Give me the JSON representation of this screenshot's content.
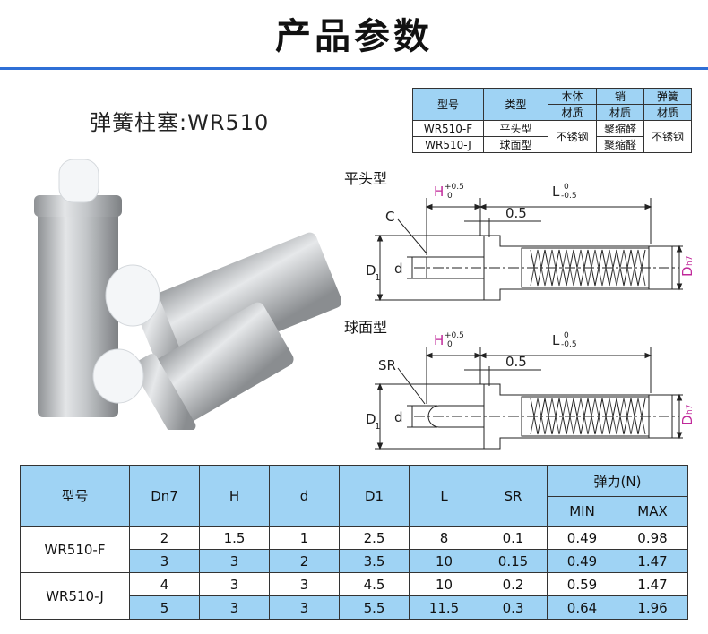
{
  "header": {
    "title": "产品参数"
  },
  "product": {
    "name": "弹簧柱塞:WR510"
  },
  "material_table": {
    "headers": {
      "model": "型号",
      "type": "类型",
      "body": "本体",
      "pin": "销",
      "spring": "弹簧",
      "material": "材质"
    },
    "rows": [
      {
        "model": "WR510-F",
        "type": "平头型"
      },
      {
        "model": "WR510-J",
        "type": "球面型"
      }
    ],
    "body_material": "不锈钢",
    "pin_material": [
      "聚缩醛",
      "聚缩醛"
    ],
    "spring_material": "不锈钢"
  },
  "drawings": {
    "flat": {
      "label": "平头型",
      "h_letter": "H",
      "h_tol_upper": "+0.5",
      "h_tol_lower": "0",
      "l_letter": "L",
      "l_tol_upper": "0",
      "l_tol_lower": "-0.5",
      "gap": "0.5",
      "corner": "C",
      "d1_letter": "D",
      "d1_sub": "1",
      "d_letter": "d",
      "dn_letter": "D",
      "dn_sub": "h7"
    },
    "ball": {
      "label": "球面型",
      "h_letter": "H",
      "h_tol_upper": "+0.5",
      "h_tol_lower": "0",
      "l_letter": "L",
      "l_tol_upper": "0",
      "l_tol_lower": "-0.5",
      "gap": "0.5",
      "corner": "SR",
      "d1_letter": "D",
      "d1_sub": "1",
      "d_letter": "d",
      "dn_letter": "D",
      "dn_sub": "h7"
    }
  },
  "spec_table": {
    "headers": {
      "model": "型号",
      "dn7": "Dn7",
      "h": "H",
      "d": "d",
      "d1": "D1",
      "l": "L",
      "sr": "SR",
      "force": "弹力(N)",
      "min": "MIN",
      "max": "MAX"
    },
    "models": [
      "WR510-F",
      "WR510-J"
    ],
    "rows": [
      {
        "dn7": "2",
        "h": "1.5",
        "d": "1",
        "d1": "2.5",
        "l": "8",
        "sr": "0.1",
        "min": "0.49",
        "max": "0.98"
      },
      {
        "dn7": "3",
        "h": "3",
        "d": "2",
        "d1": "3.5",
        "l": "10",
        "sr": "0.15",
        "min": "0.49",
        "max": "1.47"
      },
      {
        "dn7": "4",
        "h": "3",
        "d": "3",
        "d1": "4.5",
        "l": "10",
        "sr": "0.2",
        "min": "0.59",
        "max": "1.47"
      },
      {
        "dn7": "5",
        "h": "3",
        "d": "3",
        "d1": "5.5",
        "l": "11.5",
        "sr": "0.3",
        "min": "0.64",
        "max": "1.96"
      }
    ]
  },
  "colors": {
    "accent": "#2f6fd6",
    "table_header": "#9fd3f4",
    "pin": "#f4f6f8"
  }
}
